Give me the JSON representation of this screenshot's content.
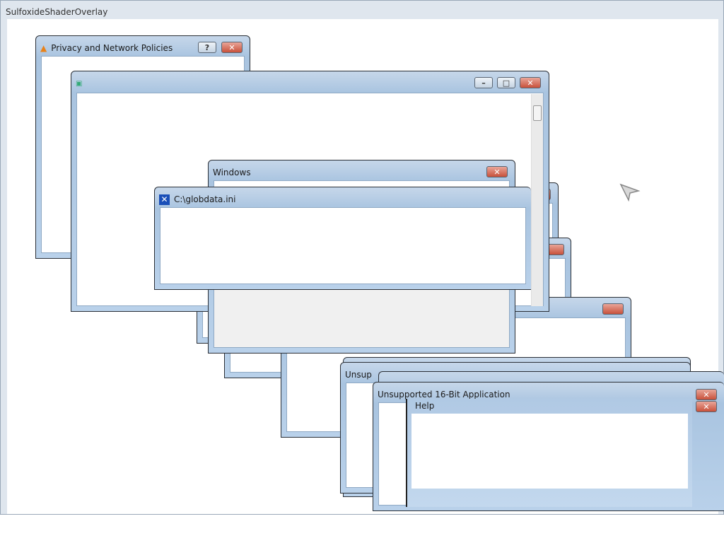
{
  "app": {
    "title": "SulfoxideShaderOverlay"
  },
  "windows": {
    "privacy": {
      "title": "Privacy and Network Policies",
      "help": "?",
      "close": "✕"
    },
    "main": {
      "title": "",
      "minimize": "–",
      "maximize": "□",
      "close": "✕"
    },
    "windows_dialog": {
      "title": "Windows",
      "close": "✕"
    },
    "globdata": {
      "title": "C:\\globdata.ini"
    },
    "unsup_back": {
      "title": "Unsup"
    },
    "unsup_front": {
      "title": "Unsupported 16-Bit Application",
      "close": "✕"
    },
    "help": {
      "title": "Help",
      "close": "✕"
    }
  }
}
